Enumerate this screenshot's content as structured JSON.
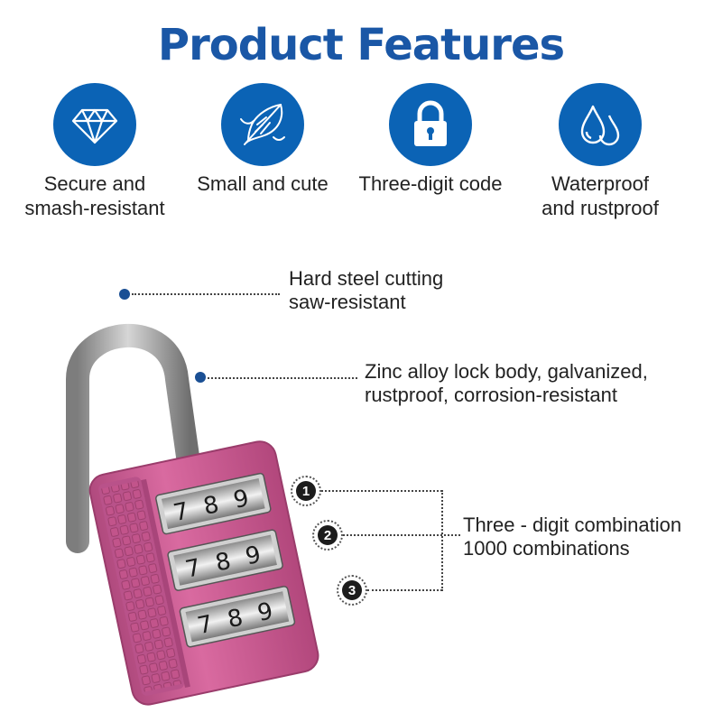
{
  "title": "Product Features",
  "colors": {
    "title": "#1a57a6",
    "icon_circle": "#0b63b5",
    "lock_body": "#c9578f",
    "shackle": "#9a9a9a"
  },
  "features": [
    {
      "icon": "diamond-icon",
      "label_lines": [
        "Secure and",
        "smash-resistant"
      ]
    },
    {
      "icon": "feather-icon",
      "label_lines": [
        "Small and cute"
      ]
    },
    {
      "icon": "padlock-icon",
      "label_lines": [
        "Three-digit code"
      ]
    },
    {
      "icon": "water-drops-icon",
      "label_lines": [
        "Waterproof",
        "and rustproof"
      ]
    }
  ],
  "callouts": {
    "shackle": [
      "Hard steel cutting",
      "saw-resistant"
    ],
    "body": [
      "Zinc alloy lock body, galvanized,",
      "rustproof, corrosion-resistant"
    ],
    "combination": [
      "Three - digit combination",
      "1000 combinations"
    ]
  },
  "wheels": [
    {
      "number": "1",
      "digits": [
        "7",
        "8",
        "9"
      ]
    },
    {
      "number": "2",
      "digits": [
        "7",
        "8",
        "9"
      ]
    },
    {
      "number": "3",
      "digits": [
        "7",
        "8",
        "9"
      ]
    }
  ]
}
